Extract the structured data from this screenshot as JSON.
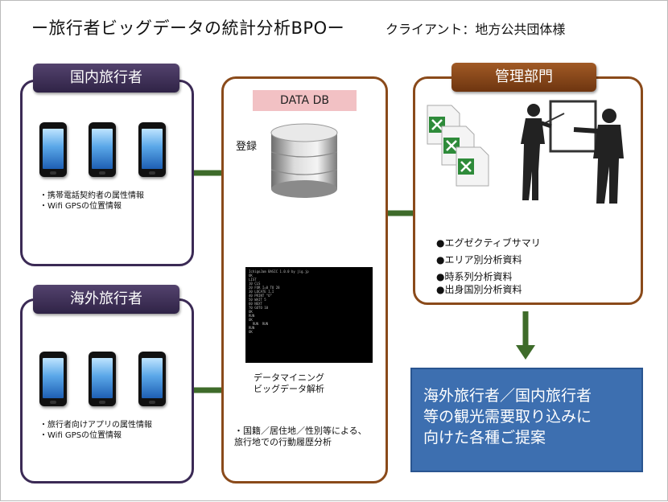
{
  "header": {
    "title": "ー旅行者ビッグデータの統計分析BPOー",
    "client": "クライアント：地方公共団体様"
  },
  "domestic": {
    "label": "国内旅行者",
    "notes": [
      "・携帯電話契約者の属性情報",
      "・Wifi GPSの位置情報"
    ]
  },
  "overseas": {
    "label": "海外旅行者",
    "notes": [
      "・旅行者向けアプリの属性情報",
      "・Wifi GPSの位置情報"
    ]
  },
  "center": {
    "db_label": "DATA DB",
    "register_label": "登録",
    "terminal_text": "IchigoJam BASIC 1.0.0 by jig.jp\nOK\nLIST\n10 CLS\n20 FOR I=0 TO 28\n30 LOCATE I,I\n40 PRINT \"O\"\n50 WAIT 5\n60 NEXT\n70 GOTO 10\nOK\nRUN\nOK\n  RUN  RUN\nRUN\nOK",
    "mining_caption": [
      "データマイニング",
      "ビッグデータ解析"
    ],
    "analysis_notes": [
      "・国籍／居住地／性別等による、",
      "旅行地での行動履歴分析"
    ]
  },
  "management": {
    "label": "管理部門",
    "deliverables": [
      "●エグゼクティブサマリ",
      "●エリア別分析資料",
      "●時系列分析資料",
      "●出身国別分析資料"
    ]
  },
  "proposal": {
    "lines": [
      "海外旅行者／国内旅行者",
      "等の観光需要取り込みに",
      "向けた各種ご提案"
    ]
  },
  "colors": {
    "purple": "#3b2a55",
    "brown": "#8a4a1a",
    "arrow_green": "#3e6b2a",
    "blue_box": "#3d6fb0",
    "excel_green": "#2e8b3a"
  },
  "icons": [
    "smartphone-icon",
    "database-icon",
    "excel-file-icon",
    "presenter-icon"
  ]
}
